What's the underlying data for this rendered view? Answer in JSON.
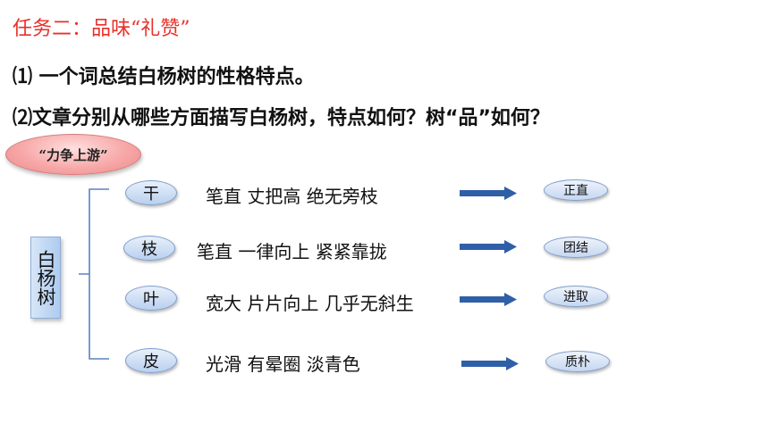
{
  "title": "任务二：品味“礼赞”",
  "questions": [
    "⑴ 一个词总结白杨树的性格特点。",
    "⑵文章分别从哪些方面描写白杨树，特点如何？树“品”如何？"
  ],
  "badge": "“力争上游”",
  "subject": "白杨树",
  "rows": [
    {
      "part": "干",
      "desc": "笔直  丈把高   绝无旁枝",
      "quality": "正直"
    },
    {
      "part": "枝",
      "desc": "笔直  一律向上   紧紧靠拢",
      "quality": "团结"
    },
    {
      "part": "叶",
      "desc": "宽大  片片向上  几乎无斜生",
      "quality": "进取"
    },
    {
      "part": "皮",
      "desc": "光滑  有晕圈  淡青色",
      "quality": "质朴"
    }
  ],
  "colors": {
    "title": "#e8302a",
    "arrow": "#2f5fa7",
    "bracket": "#5b84bf"
  }
}
